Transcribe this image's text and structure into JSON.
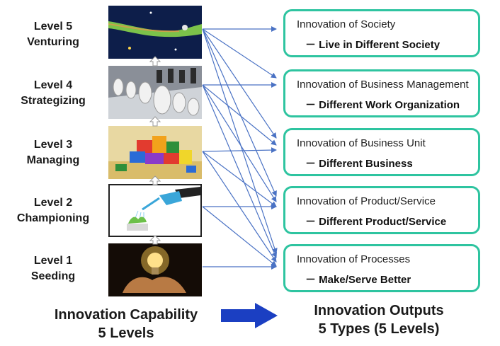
{
  "levels": [
    {
      "level": "Level 5",
      "name": "Venturing"
    },
    {
      "level": "Level 4",
      "name": "Strategizing"
    },
    {
      "level": "Level 3",
      "name": "Managing"
    },
    {
      "level": "Level 2",
      "name": "Championing"
    },
    {
      "level": "Level 1",
      "name": "Seeding"
    }
  ],
  "outputs": [
    {
      "title": "Innovation of Society",
      "sub": "－ Live in Different Society"
    },
    {
      "title": "Innovation of Business Management",
      "sub": "－ Different Work Organization"
    },
    {
      "title": "Innovation of Business Unit",
      "sub": "－ Different Business"
    },
    {
      "title": "Innovation of Product/Service",
      "sub": "－ Different Product/Service"
    },
    {
      "title": "Innovation of Processes",
      "sub": "－ Make/Serve Better"
    }
  ],
  "captions": {
    "left_line1": "Innovation Capability",
    "left_line2": "5 Levels",
    "right_line1": "Innovation Outputs",
    "right_line2": "5 Types (5 Levels)"
  },
  "colors": {
    "box_border": "#2ec4a0",
    "arrow": "#4a72c4",
    "big_arrow": "#1b3fc2"
  }
}
